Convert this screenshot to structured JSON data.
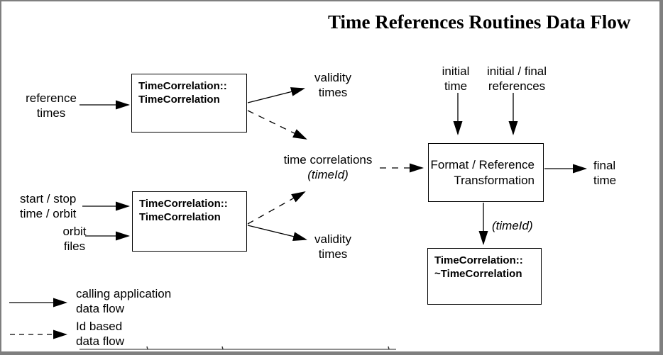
{
  "title": "Time References Routines Data Flow",
  "boxes": {
    "ctor_top": "TimeCorrelation::\nTimeCorrelation",
    "ctor_bottom": "TimeCorrelation::\nTimeCorrelation",
    "format": "Format / Reference\nTransformation",
    "dtor": "TimeCorrelation::\n~TimeCorrelation"
  },
  "labels": {
    "reference_times": "reference\ntimes",
    "validity_times_top": "validity\ntimes",
    "time_correlations": "time correlations",
    "time_correlations_id": "(timeId)",
    "initial_time": "initial\ntime",
    "initial_final_references": "initial / final\nreferences",
    "final_time": "final\ntime",
    "format_output_id": "(timeId)",
    "start_stop_time_orbit": "start / stop\ntime / orbit",
    "orbit_files": "orbit\nfiles",
    "validity_times_bottom": "validity\ntimes"
  },
  "legend": {
    "solid": "calling application\ndata flow",
    "dashed": "Id based\ndata flow"
  },
  "colors": {
    "ink": "#000000",
    "frame": "#7f7f7f",
    "background": "#ffffff"
  }
}
